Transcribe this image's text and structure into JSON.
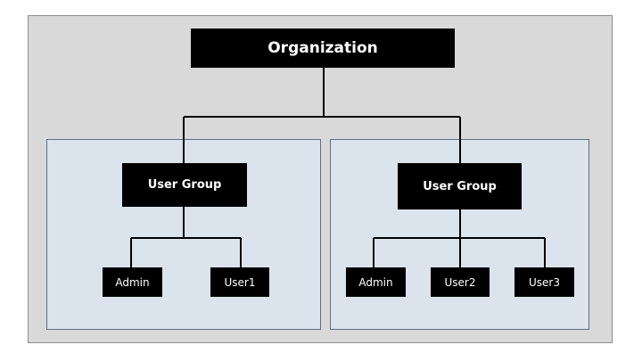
{
  "diagram": {
    "root": {
      "label": "Organization"
    },
    "groups": [
      {
        "label": "User Group",
        "members": [
          "Admin",
          "User1"
        ]
      },
      {
        "label": "User Group",
        "members": [
          "Admin",
          "User2",
          "User3"
        ]
      }
    ]
  },
  "colors": {
    "node_fill": "#000000",
    "node_text": "#ffffff",
    "outer_background": "#d9d9d9",
    "group_panel_background": "#dbe4ed",
    "group_panel_border": "#5b6f86",
    "connector": "#000000"
  }
}
